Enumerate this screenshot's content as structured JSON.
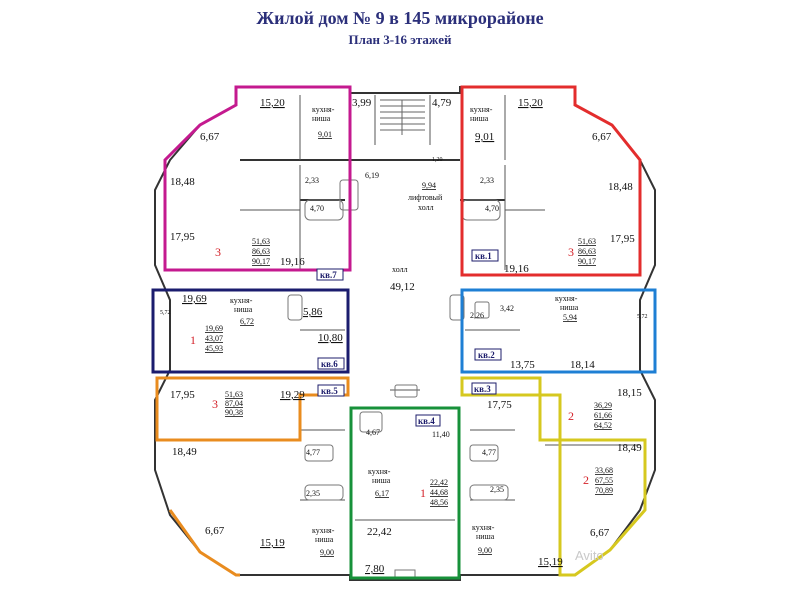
{
  "header": {
    "title": "Жилой дом № 9 в 145 микрорайоне",
    "subtitle": "План 3-16 этажей"
  },
  "colors": {
    "apt1": "#e32d2d",
    "apt2": "#1e7fd4",
    "apt3": "#d6c81f",
    "apt4": "#17913a",
    "apt5": "#e98c1f",
    "apt6": "#1b1c6e",
    "apt7": "#c41a8f",
    "walls": "#333333",
    "rooms_count": "#d4222a",
    "title": "#2b2f7a"
  },
  "apartments": {
    "apt1": {
      "tag": "кв.1",
      "rooms": "3",
      "areas": [
        "51,63",
        "86,63",
        "90,17"
      ]
    },
    "apt2": {
      "tag": "кв.2",
      "rooms": "2",
      "areas": [
        "36,29",
        "61,66",
        "64,52"
      ]
    },
    "apt3": {
      "tag": "кв.3",
      "rooms": "2",
      "areas": [
        "33,68",
        "67,55",
        "70,89"
      ]
    },
    "apt4": {
      "tag": "кв.4",
      "rooms": "1",
      "areas": [
        "22,42",
        "44,68",
        "48,56"
      ]
    },
    "apt5": {
      "tag": "кв.5",
      "rooms": "3",
      "areas": [
        "51,63",
        "87,04",
        "90,38"
      ]
    },
    "apt6": {
      "tag": "кв.6",
      "rooms": "1",
      "areas": [
        "19,69",
        "43,07",
        "45,93"
      ]
    },
    "apt7": {
      "tag": "кв.7",
      "rooms": "3",
      "areas": [
        "51,63",
        "86,63",
        "90,17"
      ]
    }
  },
  "rooms": {
    "tl_bed": "15,20",
    "tl_kitchen": "кухня-\nниша",
    "tl_kitchen_area": "9,01",
    "tl_bay": "6,67",
    "tl_18": "18,48",
    "tl_17": "17,95",
    "tl_19": "19,16",
    "tl_bath": "2,33",
    "tl_wc": "4,70",
    "tr_bed": "15,20",
    "tr_kitchen_area": "9,01",
    "tr_bay": "6,67",
    "tr_18": "18,48",
    "tr_17": "17,95",
    "tr_19": "19,16",
    "tr_bath": "2,33",
    "tr_wc": "4,70",
    "stair_left": "3,99",
    "stair_right": "4,79",
    "lift_hall": "9,94",
    "lift_hall_label": "лифтовый\nхолл",
    "room_619": "6,19",
    "room_120": "1,20",
    "hall": "холл",
    "hall_area": "49,12",
    "ml_1969": "19,69",
    "ml_kitchen_area": "6,72",
    "ml_572": "5,72",
    "ml_586": "5,86",
    "ml_1080": "10,80",
    "mr_226": "2,26",
    "mr_342": "3,42",
    "mr_kitchen_area": "5,94",
    "mr_572": "5,72",
    "mr_1375": "13,75",
    "mr_1814": "18,14",
    "bl_1795": "17,95",
    "bl_1929": "19,29",
    "bl_1849": "18,49",
    "bl_477": "4,77",
    "bl_235": "2,35",
    "bl_667": "6,67",
    "bl_1519": "15,19",
    "bl_kitchen_area": "9,00",
    "bm_467": "4,67",
    "bm_1140": "11,40",
    "bm_kitchen_area": "6,17",
    "bm_2242": "22,42",
    "bm_780": "7,80",
    "br_1775": "17,75",
    "br_1815": "18,15",
    "br_1849": "18,49",
    "br_477": "4,77",
    "br_235": "2,35",
    "br_667": "6,67",
    "br_1519": "15,19",
    "br_kitchen_area": "9,00",
    "kitchen_word": "кухня-ниша"
  },
  "watermark": "Avito"
}
